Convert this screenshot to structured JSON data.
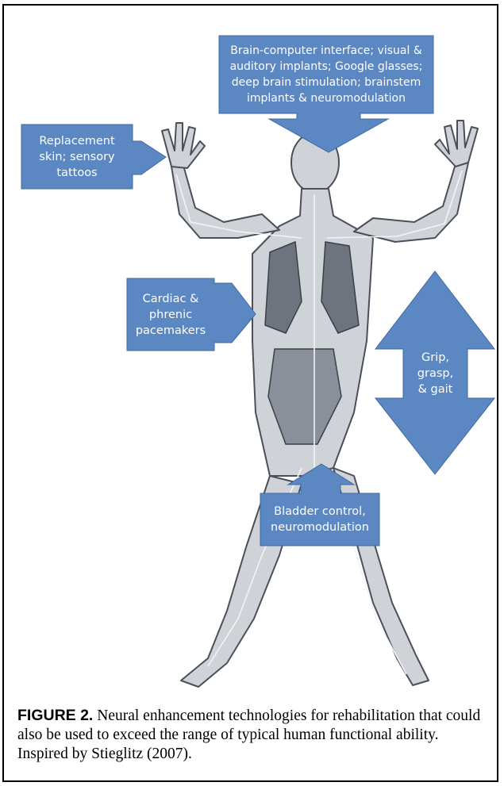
{
  "callouts": {
    "brain": "Brain-computer interface; visual &\nauditory implants; Google glasses;\ndeep brain stimulation; brainstem\nimplants & neuromodulation",
    "skin": "Replacement\nskin; sensory\ntattoos",
    "cardiac": "Cardiac &\nphrenic\npacemakers",
    "grip": "Grip,\ngrasp,\n& gait",
    "bladder": "Bladder control,\nneuromodulation"
  },
  "caption": {
    "label": "FIGURE 2.",
    "text": " Neural enhancement technologies for rehabilitation that could also be used to exceed the range of typical human functional ability. Inspired by Stieglitz (2007)."
  },
  "colors": {
    "callout_fill": "#5b87c3",
    "callout_stroke": "#41689f",
    "figure_line": "#4a4f59",
    "figure_fill": "#cfd3d8"
  }
}
